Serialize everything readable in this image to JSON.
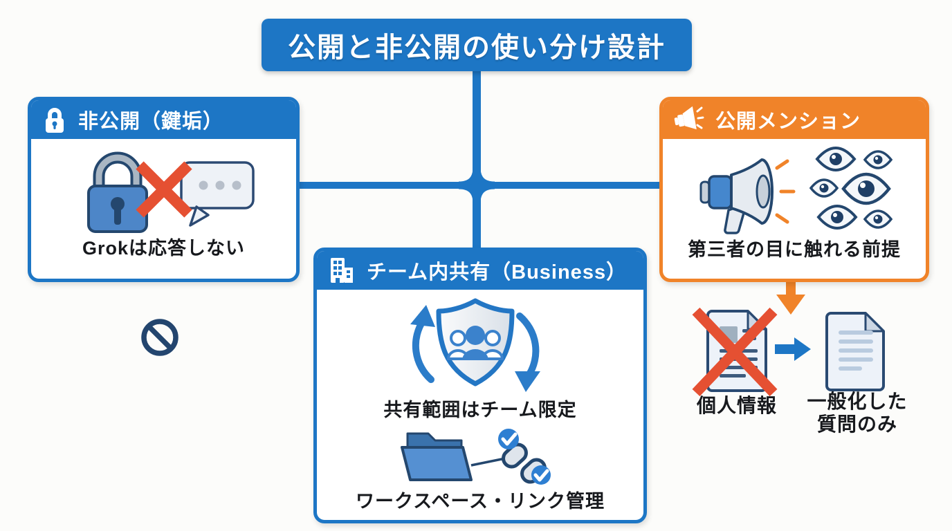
{
  "colors": {
    "blue": "#1d76c5",
    "orange": "#f08329",
    "red": "#e55032",
    "navy": "#23456e",
    "ink": "#17191d"
  },
  "title": {
    "label": "公開と非公開の使い分け設計"
  },
  "private_box": {
    "header": "非公開（鍵垢）",
    "caption": "Grokは応答しない"
  },
  "team_box": {
    "header": "チーム内共有（Business）",
    "caption_scope": "共有範囲はチーム限定",
    "caption_manage": "ワークスペース・リンク管理"
  },
  "public_box": {
    "header": "公開メンション",
    "caption": "第三者の目に触れる前提"
  },
  "flow": {
    "ng_label": "個人情報",
    "ok_label_line1": "一般化した",
    "ok_label_line2": "質問のみ"
  }
}
